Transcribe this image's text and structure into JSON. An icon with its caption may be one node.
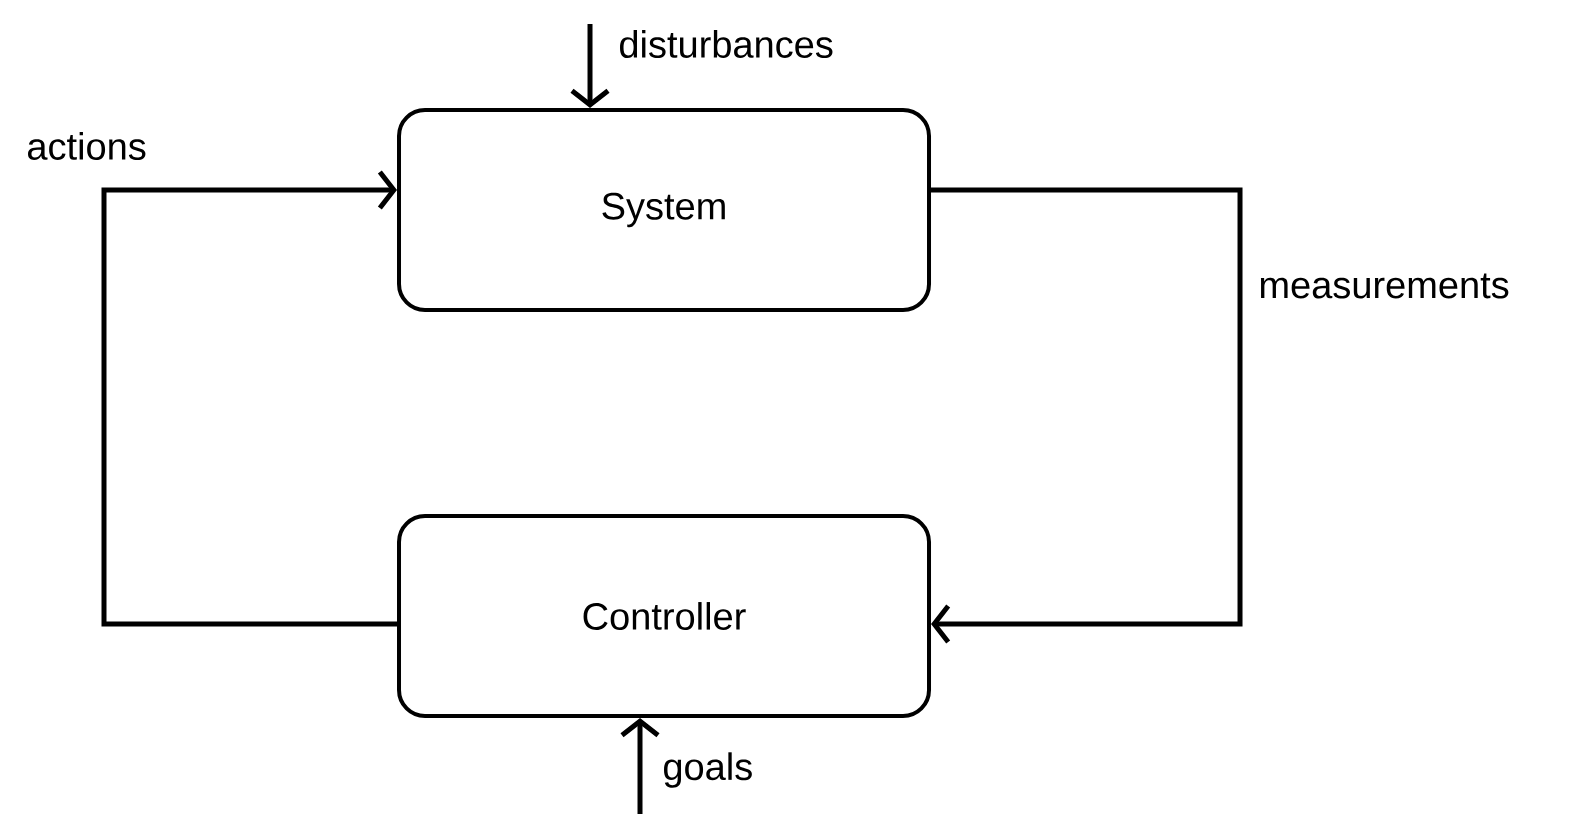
{
  "diagram": {
    "nodes": [
      {
        "text": [
          "System"
        ]
      },
      {
        "text": [
          "Controller"
        ]
      }
    ],
    "edges": [
      {
        "from": null,
        "to": 0,
        "arrow": "to",
        "label": "disturbances"
      },
      {
        "from": 1,
        "to": 0,
        "arrow": "to",
        "label": "actions"
      },
      {
        "from": 0,
        "to": 1,
        "arrow": "to",
        "label": "measurements"
      },
      {
        "from": null,
        "to": 1,
        "arrow": "to",
        "label": "goals"
      }
    ]
  }
}
